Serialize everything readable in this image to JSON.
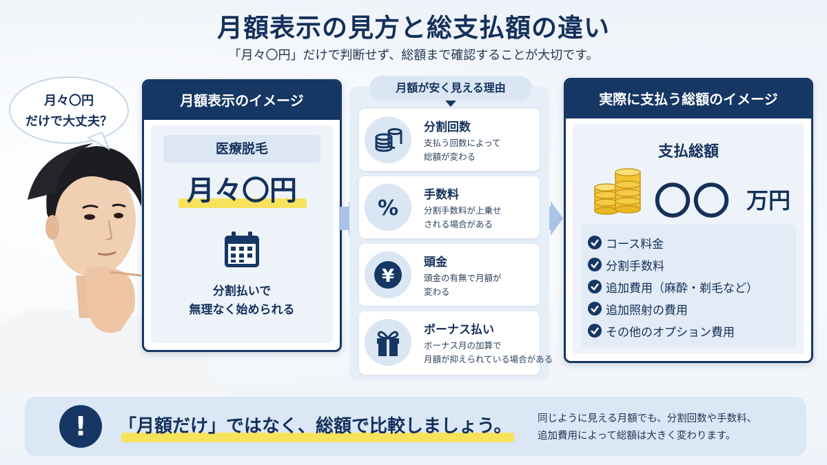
{
  "header": {
    "title": "月額表示の見方と総支払額の違い",
    "subtitle": "「月々〇円」だけで判断せず、総額まで確認することが大切です。"
  },
  "speech_bubble": {
    "line1": "月々〇円",
    "line2": "だけで大丈夫？"
  },
  "monthly_card": {
    "header": "月額表示のイメージ",
    "service": "医療脱毛",
    "price": "月々〇円",
    "icon": "calendar-icon",
    "note_line1": "分割払いで",
    "note_line2": "無理なく始められる"
  },
  "reasons": {
    "title": "月額が安く見える理由",
    "items": [
      {
        "icon": "coins-stack-icon",
        "title": "分割回数",
        "desc1": "支払う回数によって",
        "desc2": "総額が変わる"
      },
      {
        "icon": "percent-icon",
        "title": "手数料",
        "desc1": "分割手数料が上乗せ",
        "desc2": "される場合がある"
      },
      {
        "icon": "yen-icon",
        "title": "頭金",
        "desc1": "頭金の有無で月額が",
        "desc2": "変わる"
      },
      {
        "icon": "gift-icon",
        "title": "ボーナス払い",
        "desc1": "ボーナス月の加算で",
        "desc2": "月額が抑えられている場合がある"
      }
    ]
  },
  "total_card": {
    "header": "実際に支払う総額のイメージ",
    "label": "支払総額",
    "amount": "〇〇",
    "unit": "万円",
    "icon": "gold-coins-icon",
    "items": [
      "コース料金",
      "分割手数料",
      "追加費用（麻酔・剃毛など）",
      "追加照射の費用",
      "その他のオプション費用"
    ]
  },
  "bottom": {
    "icon": "exclamation-icon",
    "message": "「月額だけ」ではなく、総額で比較しましょう。",
    "note_line1": "同じように見える月額でも、分割回数や手数料、",
    "note_line2": "追加費用によって総額は大きく変わります。"
  },
  "colors": {
    "navy": "#163764",
    "highlight": "#f7e25c",
    "light_blue": "#dbe6f4",
    "gold": "#e8b923"
  }
}
